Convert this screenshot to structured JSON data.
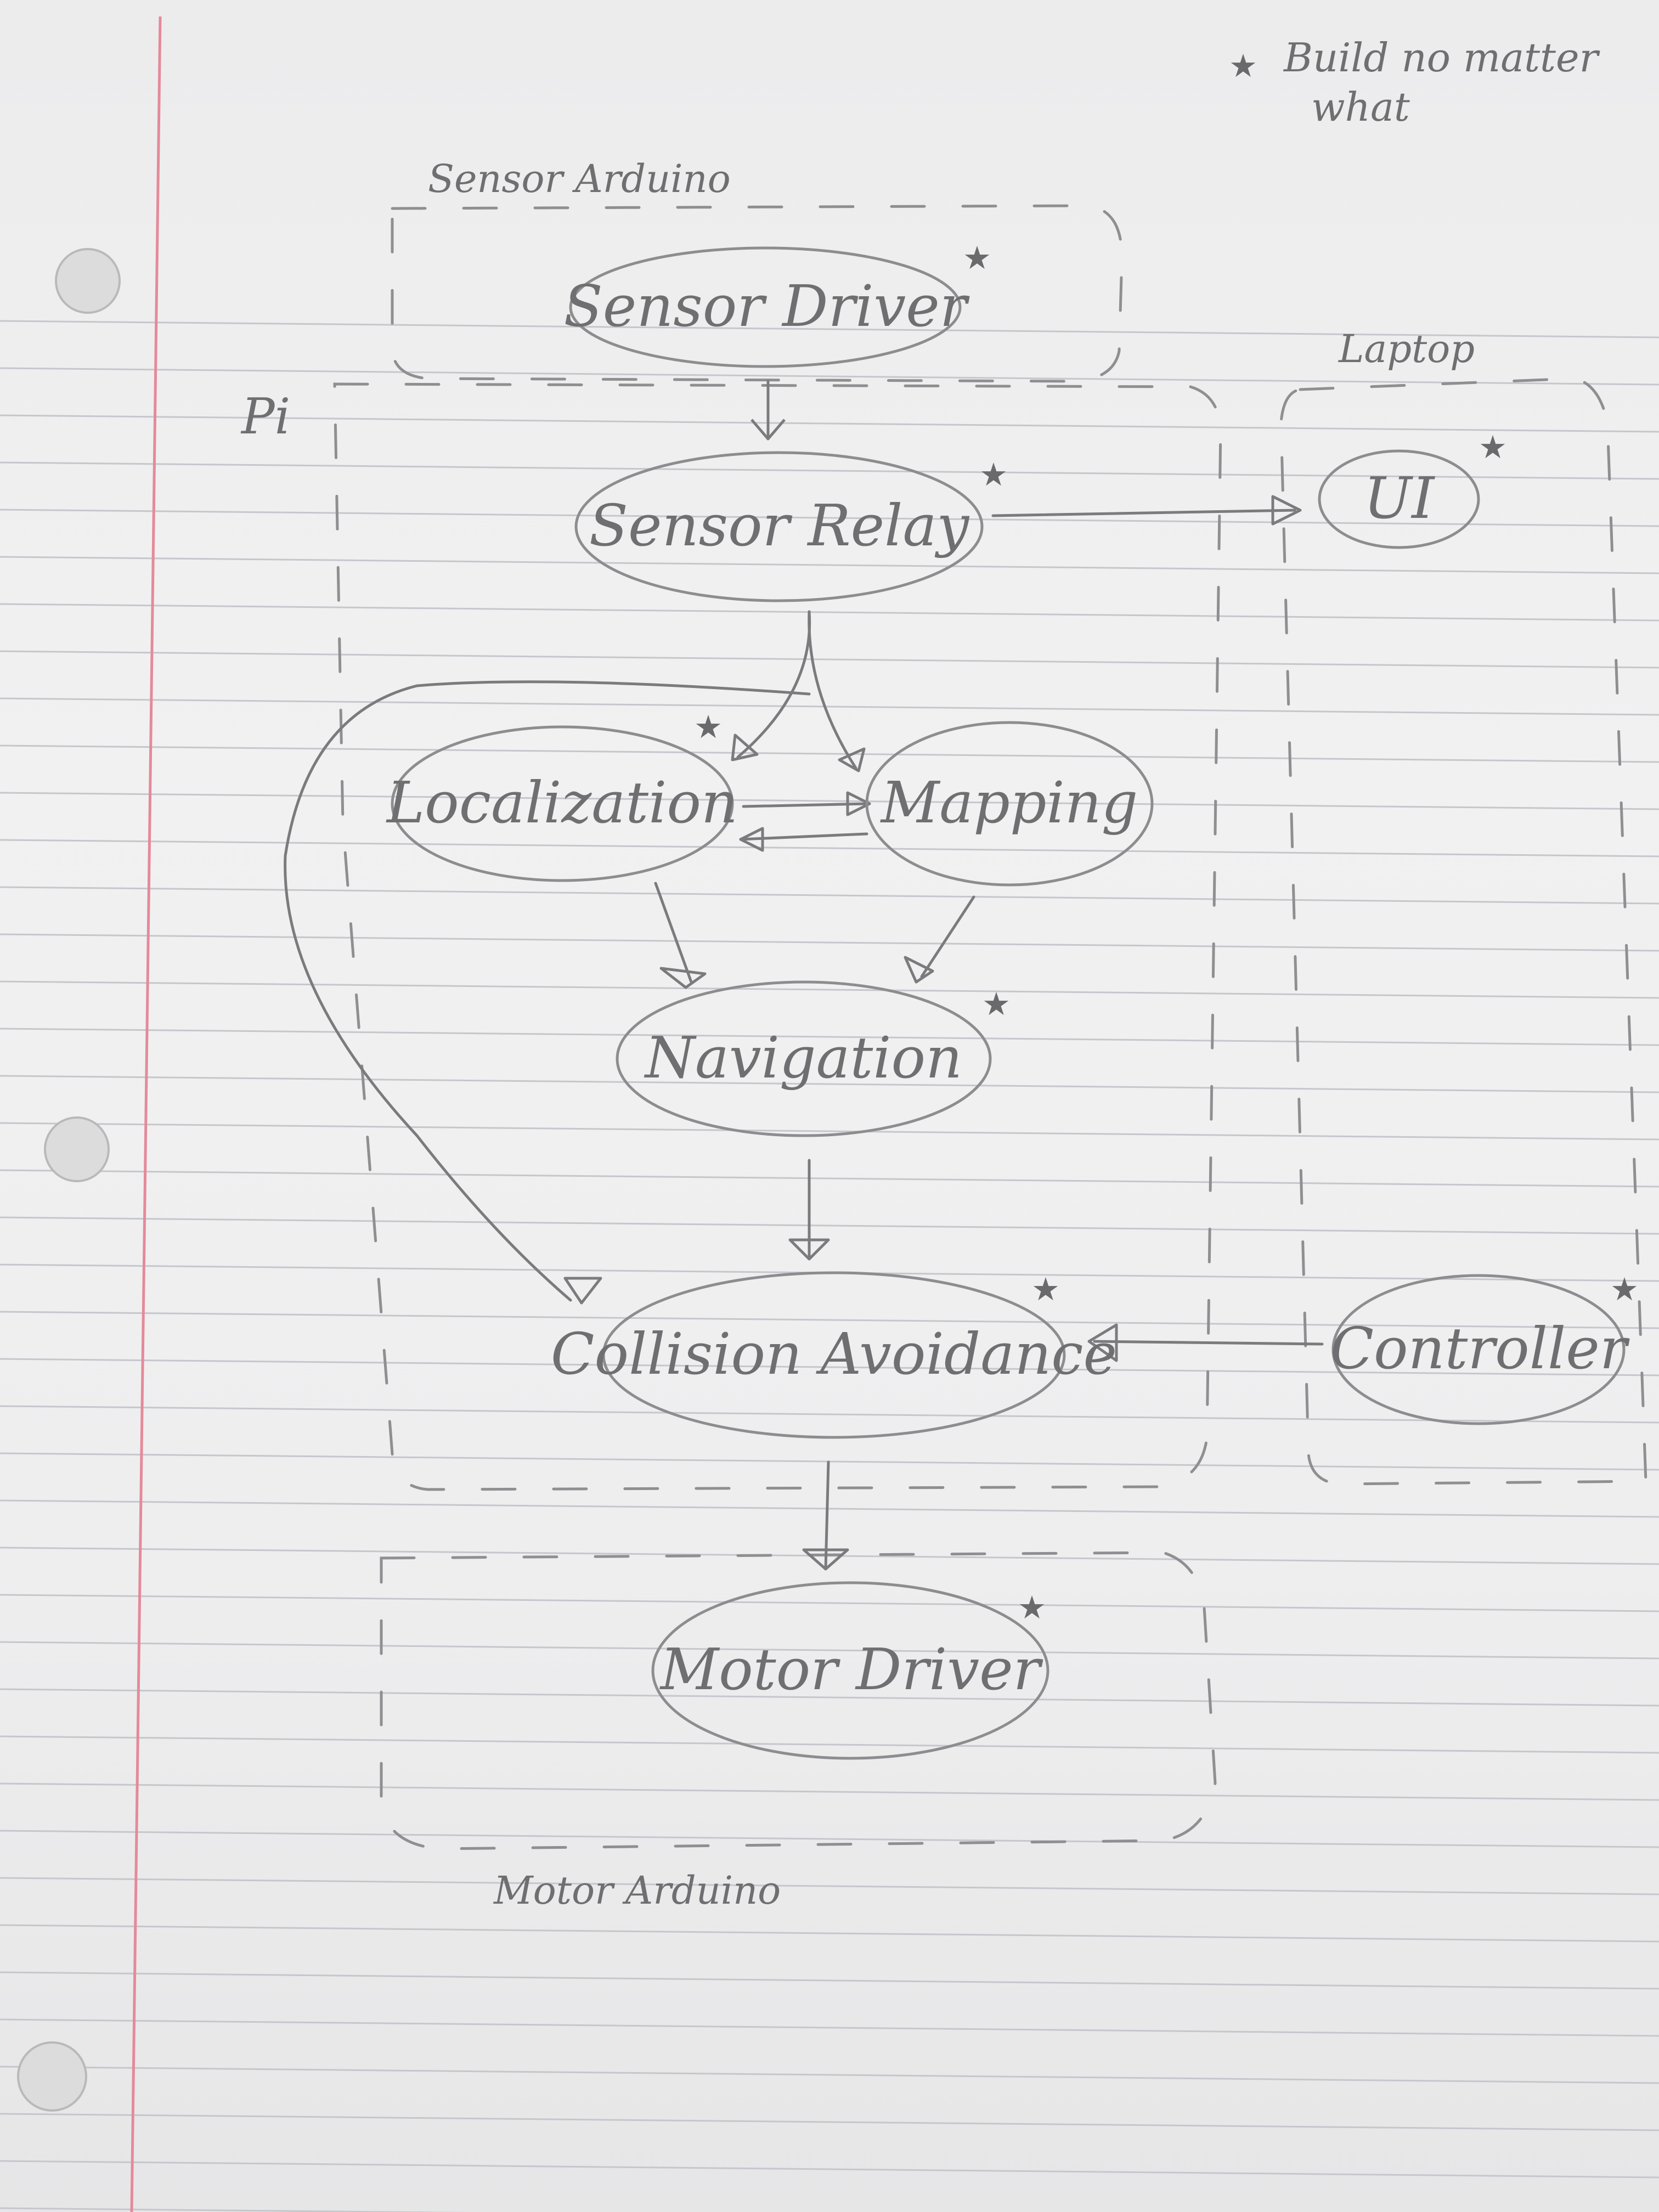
{
  "legend": {
    "symbol": "★",
    "text_line1": "Build no matter",
    "text_line2": "what"
  },
  "groups": {
    "sensor_arduino": "Sensor Arduino",
    "pi": "Pi",
    "laptop": "Laptop",
    "motor_arduino": "Motor Arduino"
  },
  "nodes": [
    {
      "id": "sensor_driver",
      "label": "Sensor Driver",
      "starred": true
    },
    {
      "id": "sensor_relay",
      "label": "Sensor Relay",
      "starred": true
    },
    {
      "id": "ui",
      "label": "UI",
      "starred": true
    },
    {
      "id": "localization",
      "label": "Localization",
      "starred": true
    },
    {
      "id": "mapping",
      "label": "Mapping",
      "starred": false
    },
    {
      "id": "navigation",
      "label": "Navigation",
      "starred": true
    },
    {
      "id": "collision_avoidance",
      "label": "Collision Avoidance",
      "starred": true
    },
    {
      "id": "controller",
      "label": "Controller",
      "starred": true
    },
    {
      "id": "motor_driver",
      "label": "Motor Driver",
      "starred": true
    }
  ],
  "edges": [
    {
      "from": "sensor_driver",
      "to": "sensor_relay"
    },
    {
      "from": "sensor_relay",
      "to": "ui"
    },
    {
      "from": "sensor_relay",
      "to": "localization"
    },
    {
      "from": "sensor_relay",
      "to": "mapping"
    },
    {
      "from": "sensor_relay",
      "to": "collision_avoidance"
    },
    {
      "from": "localization",
      "to": "mapping"
    },
    {
      "from": "mapping",
      "to": "localization"
    },
    {
      "from": "localization",
      "to": "navigation"
    },
    {
      "from": "mapping",
      "to": "navigation"
    },
    {
      "from": "navigation",
      "to": "collision_avoidance"
    },
    {
      "from": "controller",
      "to": "collision_avoidance"
    },
    {
      "from": "collision_avoidance",
      "to": "motor_driver"
    }
  ]
}
